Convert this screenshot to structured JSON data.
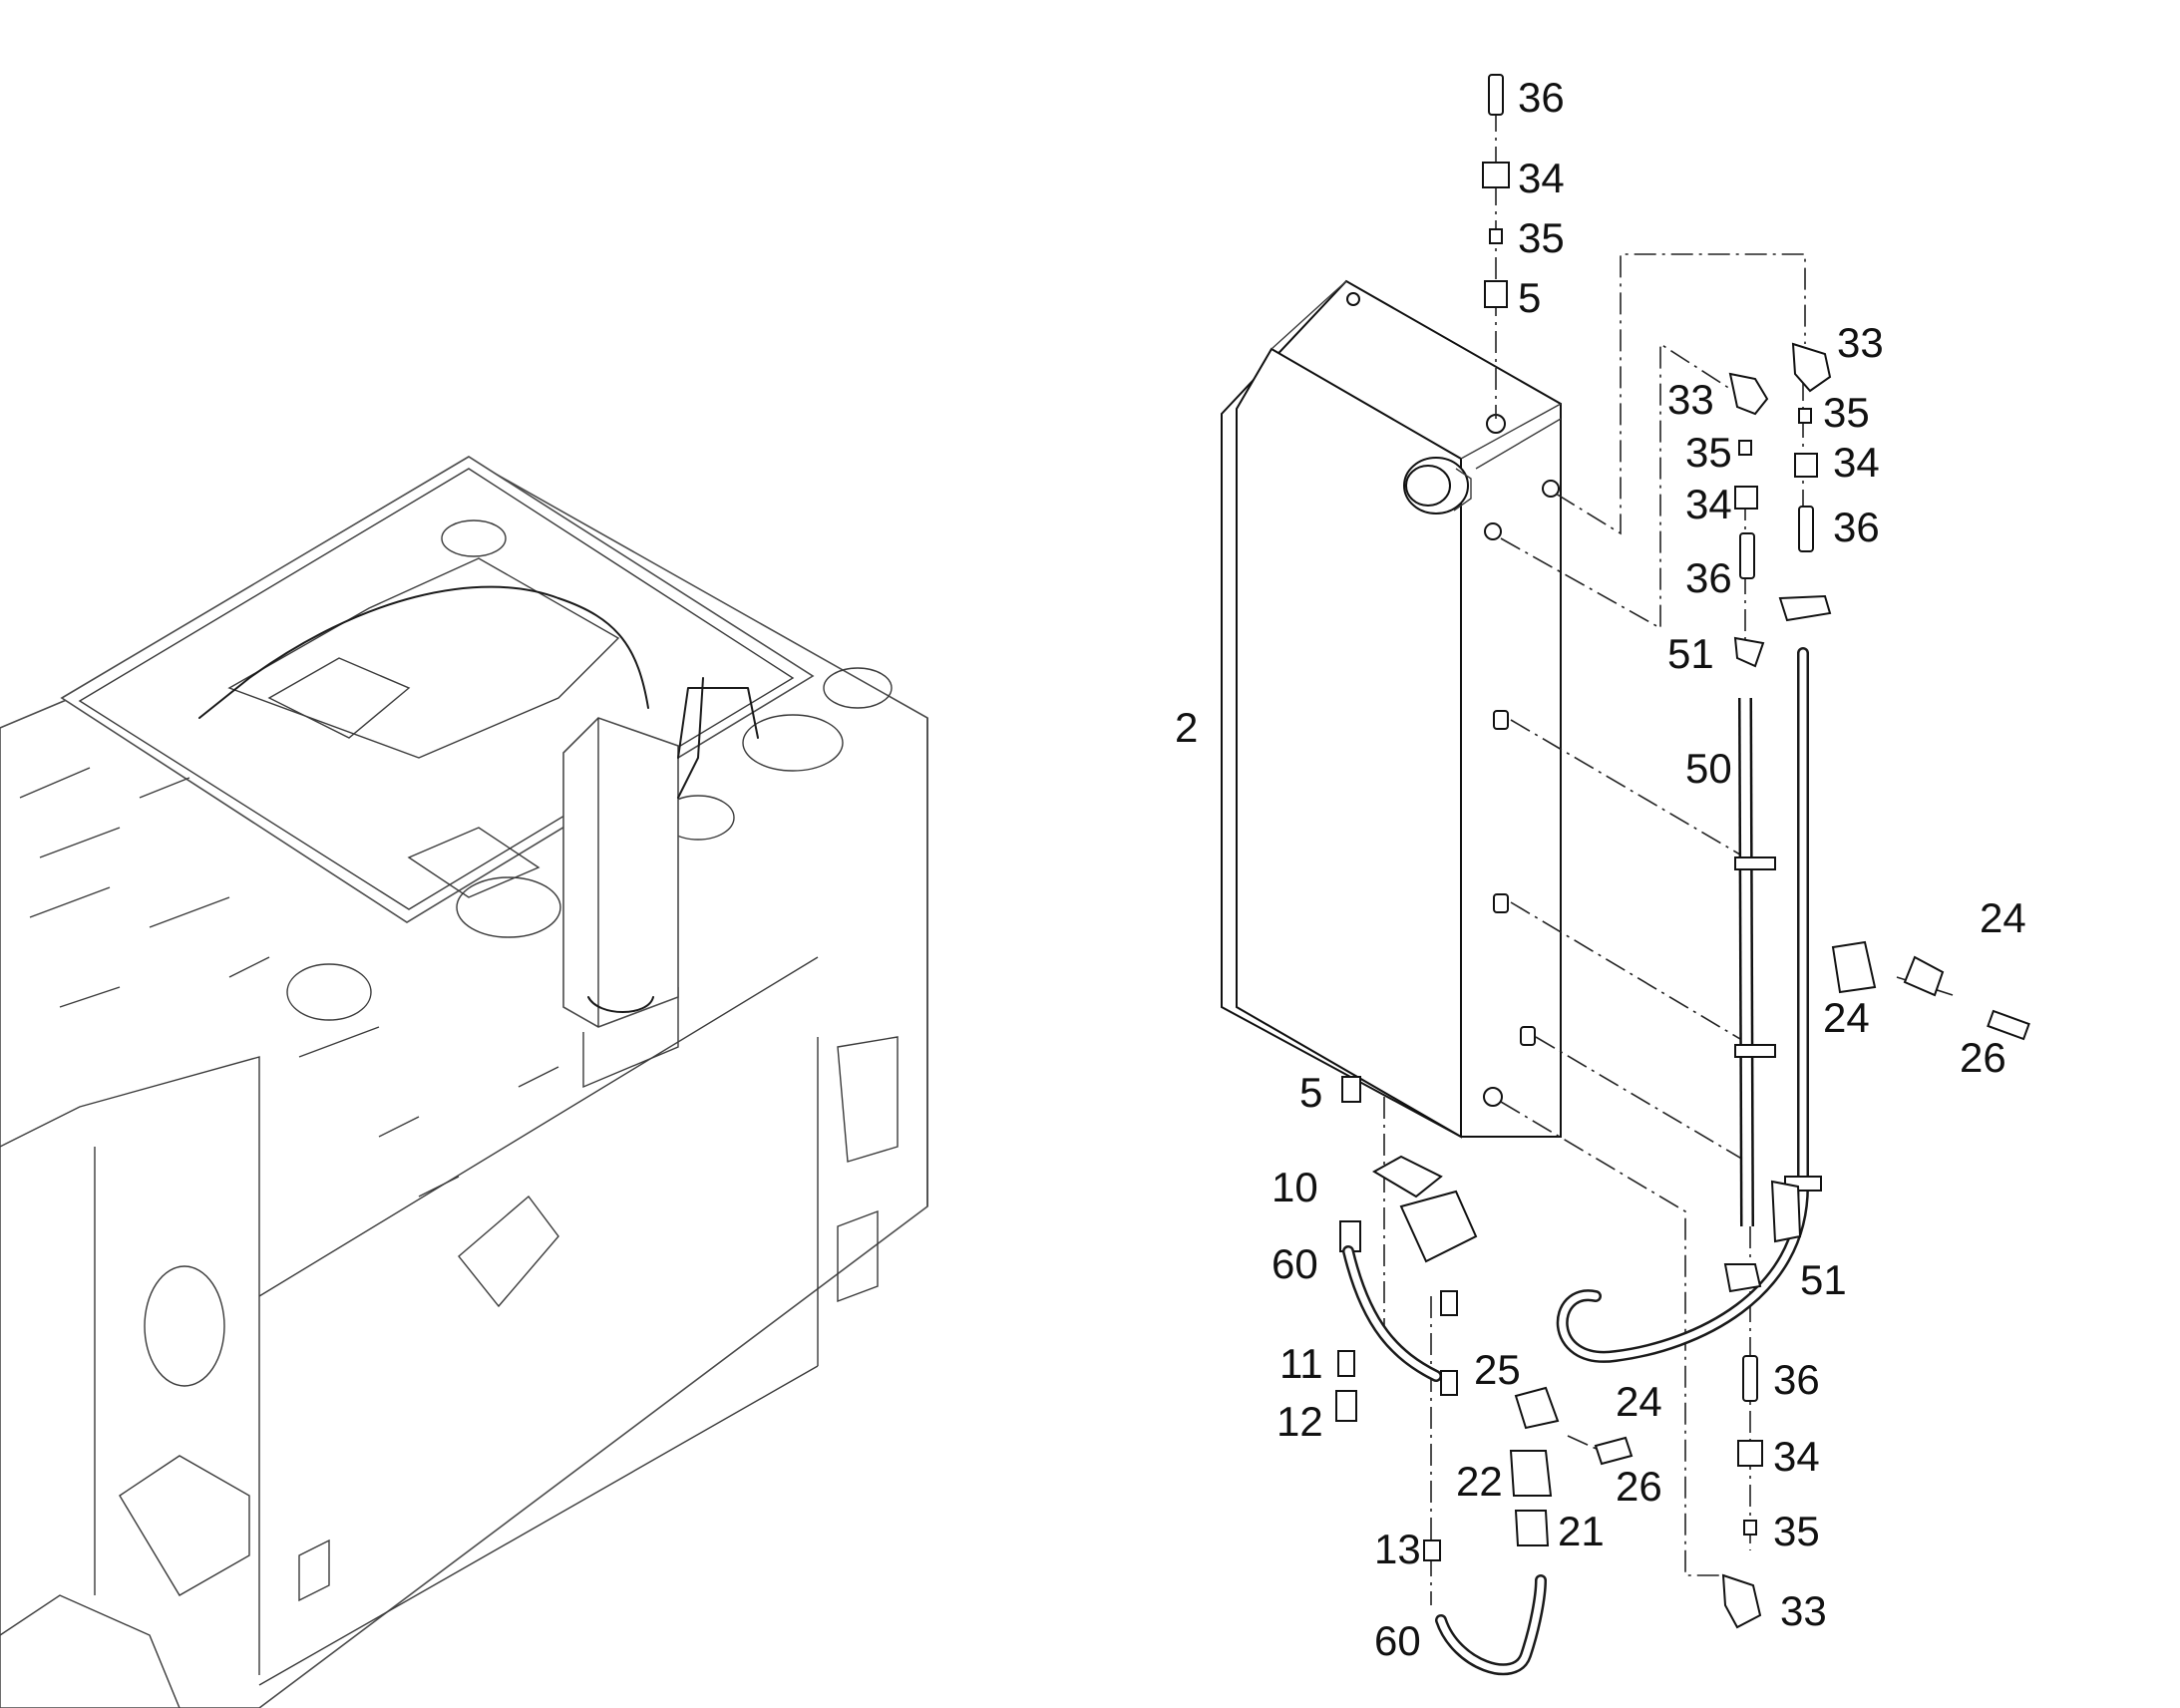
{
  "callouts": [
    "36",
    "34",
    "35",
    "5",
    "33",
    "33",
    "35",
    "34",
    "36",
    "35",
    "34",
    "36",
    "51",
    "50",
    "2",
    "24",
    "24",
    "26",
    "5",
    "10",
    "60",
    "51",
    "11",
    "25",
    "24",
    "12",
    "26",
    "22",
    "21",
    "36",
    "34",
    "35",
    "13",
    "60",
    "33"
  ]
}
